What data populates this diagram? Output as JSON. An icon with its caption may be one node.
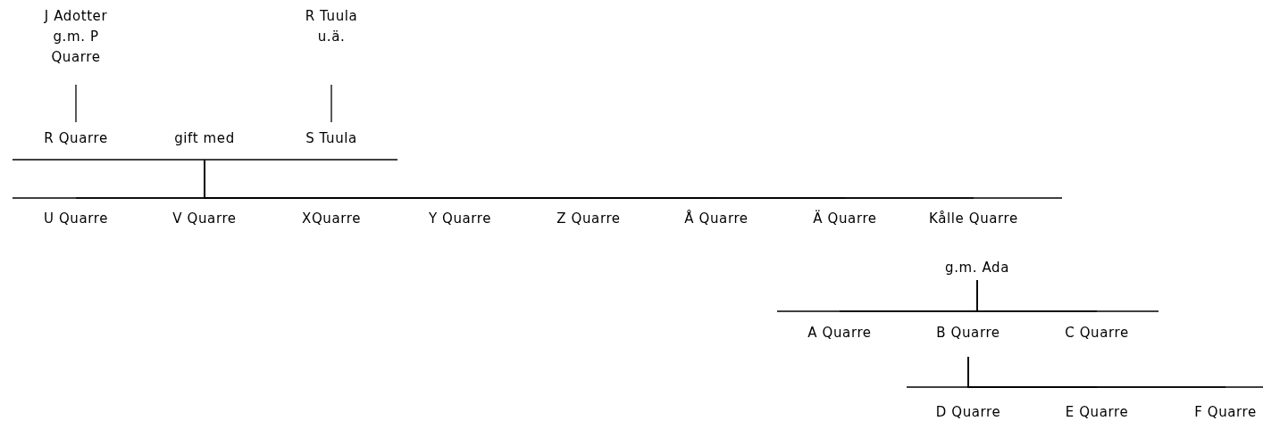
{
  "diagram": {
    "nodes": [
      {
        "text": [
          "J Adotter g.m. P Quarre"
        ]
      },
      {
        "text": [
          "R Tuula u.ä."
        ]
      },
      {
        "text": [
          "R Quarre"
        ]
      },
      {
        "text": [
          "gift med"
        ]
      },
      {
        "text": [
          "S Tuula"
        ]
      },
      {
        "text": [
          "U Quarre"
        ]
      },
      {
        "text": [
          "V Quarre"
        ]
      },
      {
        "text": [
          "XQuarre"
        ]
      },
      {
        "text": [
          "Y Quarre"
        ]
      },
      {
        "text": [
          "Z Quarre"
        ]
      },
      {
        "text": [
          "Å Quarre"
        ]
      },
      {
        "text": [
          "Ä Quarre"
        ]
      },
      {
        "text": [
          "Kålle Quarre"
        ]
      },
      {
        "text": [
          "g.m. Ada"
        ]
      },
      {
        "text": [
          "A Quarre"
        ]
      },
      {
        "text": [
          "B Quarre"
        ]
      },
      {
        "text": [
          "C Quarre"
        ]
      },
      {
        "text": [
          "D Quarre"
        ]
      },
      {
        "text": [
          "E Quarre"
        ]
      },
      {
        "text": [
          "F Quarre"
        ]
      }
    ],
    "edges": [
      {
        "from": 0,
        "to": 2,
        "arrow": "none"
      },
      {
        "from": 1,
        "to": 4,
        "arrow": "none"
      },
      {
        "from": 3,
        "to": 5,
        "arrow": "none"
      },
      {
        "from": 3,
        "to": 6,
        "arrow": "none"
      },
      {
        "from": 3,
        "to": 7,
        "arrow": "none"
      },
      {
        "from": 3,
        "to": 8,
        "arrow": "none"
      },
      {
        "from": 3,
        "to": 9,
        "arrow": "none"
      },
      {
        "from": 3,
        "to": 10,
        "arrow": "none"
      },
      {
        "from": 3,
        "to": 11,
        "arrow": "none"
      },
      {
        "from": 3,
        "to": 12,
        "arrow": "none"
      },
      {
        "from": 13,
        "to": 14,
        "arrow": "none"
      },
      {
        "from": 13,
        "to": 15,
        "arrow": "none"
      },
      {
        "from": 13,
        "to": 16,
        "arrow": "none"
      },
      {
        "from": 15,
        "to": 17,
        "arrow": "none"
      },
      {
        "from": 15,
        "to": 18,
        "arrow": "none"
      },
      {
        "from": 15,
        "to": 19,
        "arrow": "none"
      }
    ]
  }
}
